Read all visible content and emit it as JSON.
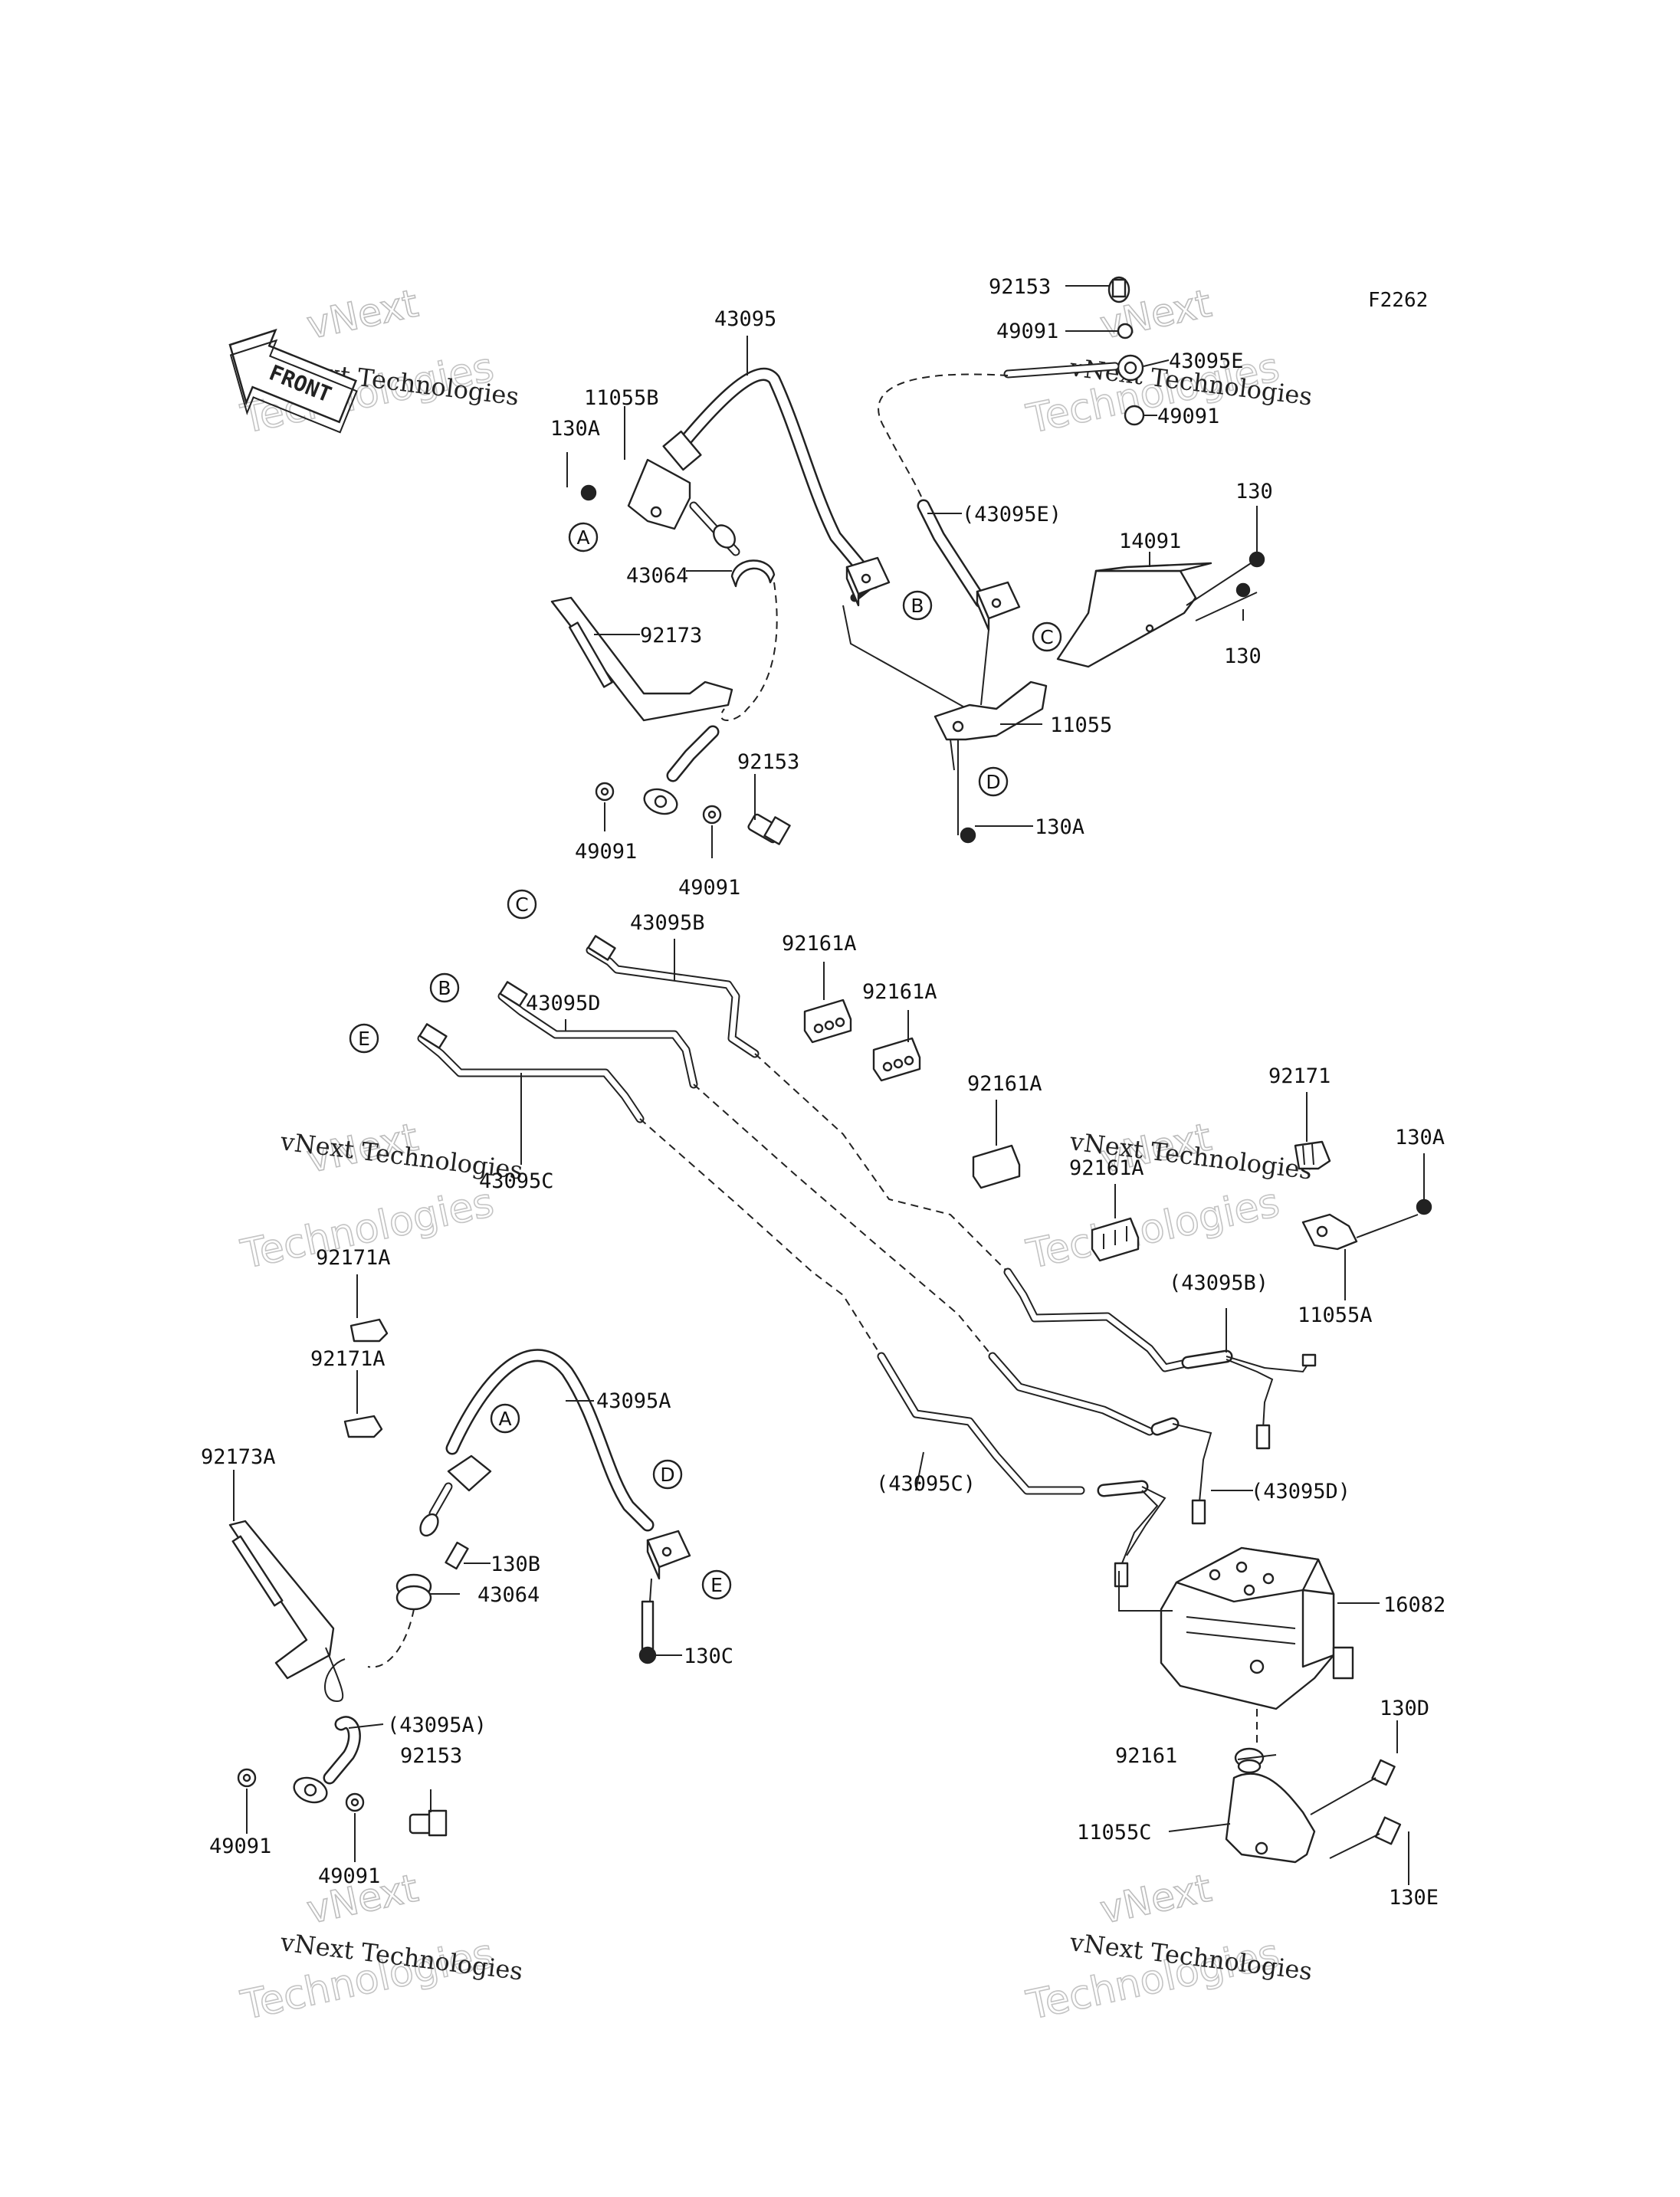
{
  "diagram_code": "F2262",
  "front_arrow": "FRONT",
  "watermark": {
    "line1": "vNext Technologies",
    "line2": "vNext",
    "line3": "Technologies"
  },
  "labels": {
    "p43095": "43095",
    "p11055B": "11055B",
    "p130A_1": "130A",
    "p43064_1": "43064",
    "p92173": "92173",
    "p49091_1": "49091",
    "p49091_2": "49091",
    "p92153_1": "92153",
    "p92153_2": "92153",
    "p49091_3": "49091",
    "p43095E_paren": "(43095E)",
    "p43095E": "43095E",
    "p49091_4": "49091",
    "p130_1": "130",
    "p14091": "14091",
    "p130_2": "130",
    "p11055": "11055",
    "p130A_2": "130A",
    "p43095B": "43095B",
    "p43095D": "43095D",
    "p43095C": "43095C",
    "p92161A_1": "92161A",
    "p92161A_2": "92161A",
    "p92161A_3": "92161A",
    "p92161A_4": "92161A",
    "p92171": "92171",
    "p130A_3": "130A",
    "p11055A": "11055A",
    "p43095B_paren": "(43095B)",
    "p92171A_1": "92171A",
    "p92171A_2": "92171A",
    "p43095A": "43095A",
    "p92173A": "92173A",
    "p130B": "130B",
    "p43064_2": "43064",
    "p130C": "130C",
    "p43095C_paren": "(43095C)",
    "p43095D_paren": "(43095D)",
    "p16082": "16082",
    "p43095A_paren": "(43095A)",
    "p92153_3": "92153",
    "p49091_5": "49091",
    "p49091_6": "49091",
    "p92161": "92161",
    "p130D": "130D",
    "p11055C": "11055C",
    "p130E": "130E"
  },
  "callouts": {
    "A1": "A",
    "A2": "A",
    "B1": "B",
    "B2": "B",
    "C1": "C",
    "C2": "C",
    "D1": "D",
    "D2": "D",
    "E1": "E",
    "E2": "E"
  }
}
